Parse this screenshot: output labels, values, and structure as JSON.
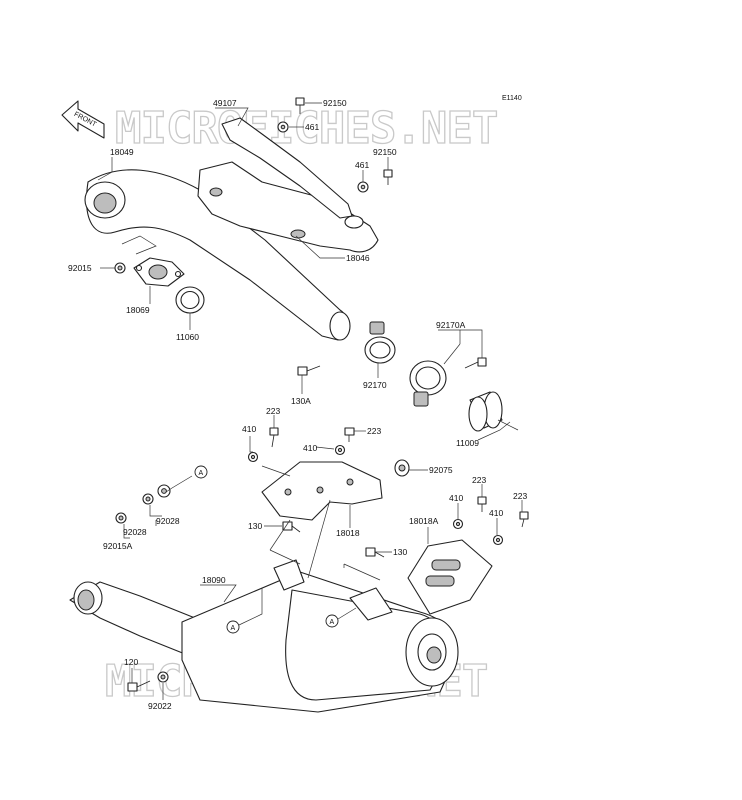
{
  "watermark": {
    "top": "MICROFICHES.NET",
    "bottom": "MICROFICHES.NET"
  },
  "diagram": {
    "code": "E1140",
    "front_label": "FRONT"
  },
  "callouts": {
    "a": "A"
  },
  "labels": {
    "p49107": "49107",
    "p92150": "92150",
    "p461": "461",
    "p18049": "18049",
    "p18046": "18046",
    "p92015": "92015",
    "p18069": "18069",
    "p11060": "11060",
    "p92170A": "92170A",
    "p92170": "92170",
    "p130A": "130A",
    "p223": "223",
    "p410": "410",
    "p11009": "11009",
    "p92075": "92075",
    "p92028": "92028",
    "p18018": "18018",
    "p18018A": "18018A",
    "p92015A": "92015A",
    "p130": "130",
    "p18090": "18090",
    "p120": "120",
    "p92022": "92022"
  }
}
